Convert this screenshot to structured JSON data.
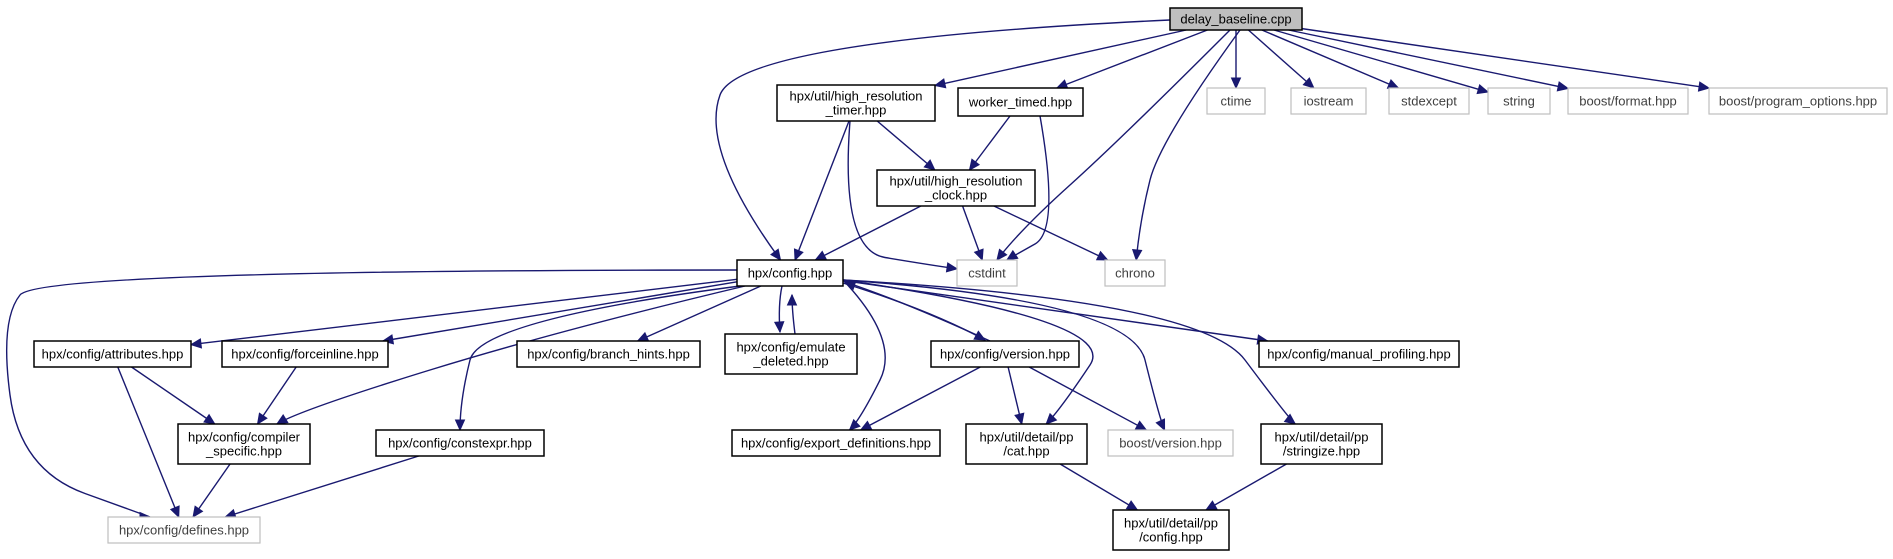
{
  "diagram": {
    "nodes": [
      {
        "id": "delay_baseline",
        "label": "delay_baseline.cpp",
        "kind": "root"
      },
      {
        "id": "hrt",
        "label": "hpx/util/high_resolution\n_timer.hpp",
        "kind": "internal"
      },
      {
        "id": "worker_timed",
        "label": "worker_timed.hpp",
        "kind": "internal"
      },
      {
        "id": "ctime",
        "label": "ctime",
        "kind": "external"
      },
      {
        "id": "iostream",
        "label": "iostream",
        "kind": "external"
      },
      {
        "id": "stdexcept",
        "label": "stdexcept",
        "kind": "external"
      },
      {
        "id": "string",
        "label": "string",
        "kind": "external"
      },
      {
        "id": "boost_format",
        "label": "boost/format.hpp",
        "kind": "external"
      },
      {
        "id": "boost_po",
        "label": "boost/program_options.hpp",
        "kind": "external"
      },
      {
        "id": "hrc",
        "label": "hpx/util/high_resolution\n_clock.hpp",
        "kind": "internal"
      },
      {
        "id": "config",
        "label": "hpx/config.hpp",
        "kind": "internal"
      },
      {
        "id": "cstdint",
        "label": "cstdint",
        "kind": "external"
      },
      {
        "id": "chrono",
        "label": "chrono",
        "kind": "external"
      },
      {
        "id": "attributes",
        "label": "hpx/config/attributes.hpp",
        "kind": "internal"
      },
      {
        "id": "forceinline",
        "label": "hpx/config/forceinline.hpp",
        "kind": "internal"
      },
      {
        "id": "branch_hints",
        "label": "hpx/config/branch_hints.hpp",
        "kind": "internal"
      },
      {
        "id": "emulate_deleted",
        "label": "hpx/config/emulate\n_deleted.hpp",
        "kind": "internal"
      },
      {
        "id": "version",
        "label": "hpx/config/version.hpp",
        "kind": "internal"
      },
      {
        "id": "manual_profiling",
        "label": "hpx/config/manual_profiling.hpp",
        "kind": "internal"
      },
      {
        "id": "compiler_specific",
        "label": "hpx/config/compiler\n_specific.hpp",
        "kind": "internal"
      },
      {
        "id": "constexpr",
        "label": "hpx/config/constexpr.hpp",
        "kind": "internal"
      },
      {
        "id": "export_definitions",
        "label": "hpx/config/export_definitions.hpp",
        "kind": "internal"
      },
      {
        "id": "pp_cat",
        "label": "hpx/util/detail/pp\n/cat.hpp",
        "kind": "internal"
      },
      {
        "id": "boost_version",
        "label": "boost/version.hpp",
        "kind": "external"
      },
      {
        "id": "pp_stringize",
        "label": "hpx/util/detail/pp\n/stringize.hpp",
        "kind": "internal"
      },
      {
        "id": "defines",
        "label": "hpx/config/defines.hpp",
        "kind": "external"
      },
      {
        "id": "pp_config",
        "label": "hpx/util/detail/pp\n/config.hpp",
        "kind": "internal"
      }
    ],
    "edges": [
      [
        "delay_baseline",
        "config"
      ],
      [
        "delay_baseline",
        "hrt"
      ],
      [
        "delay_baseline",
        "worker_timed"
      ],
      [
        "delay_baseline",
        "cstdint"
      ],
      [
        "delay_baseline",
        "chrono"
      ],
      [
        "delay_baseline",
        "ctime"
      ],
      [
        "delay_baseline",
        "iostream"
      ],
      [
        "delay_baseline",
        "stdexcept"
      ],
      [
        "delay_baseline",
        "string"
      ],
      [
        "delay_baseline",
        "boost_format"
      ],
      [
        "delay_baseline",
        "boost_po"
      ],
      [
        "hrt",
        "config"
      ],
      [
        "hrt",
        "hrc"
      ],
      [
        "hrt",
        "cstdint"
      ],
      [
        "worker_timed",
        "hrc"
      ],
      [
        "worker_timed",
        "cstdint"
      ],
      [
        "hrc",
        "config"
      ],
      [
        "hrc",
        "cstdint"
      ],
      [
        "hrc",
        "chrono"
      ],
      [
        "config",
        "defines"
      ],
      [
        "config",
        "attributes"
      ],
      [
        "config",
        "forceinline"
      ],
      [
        "config",
        "compiler_specific"
      ],
      [
        "config",
        "constexpr"
      ],
      [
        "config",
        "branch_hints"
      ],
      [
        "config",
        "emulate_deleted"
      ],
      [
        "config",
        "export_definitions"
      ],
      [
        "config",
        "version"
      ],
      [
        "config",
        "pp_cat"
      ],
      [
        "config",
        "boost_version"
      ],
      [
        "config",
        "pp_stringize"
      ],
      [
        "config",
        "manual_profiling"
      ],
      [
        "emulate_deleted",
        "config"
      ],
      [
        "version",
        "config"
      ],
      [
        "version",
        "export_definitions"
      ],
      [
        "version",
        "pp_cat"
      ],
      [
        "version",
        "boost_version"
      ],
      [
        "attributes",
        "compiler_specific"
      ],
      [
        "attributes",
        "defines"
      ],
      [
        "forceinline",
        "compiler_specific"
      ],
      [
        "compiler_specific",
        "defines"
      ],
      [
        "constexpr",
        "defines"
      ],
      [
        "pp_cat",
        "pp_config"
      ],
      [
        "pp_stringize",
        "pp_config"
      ]
    ]
  }
}
